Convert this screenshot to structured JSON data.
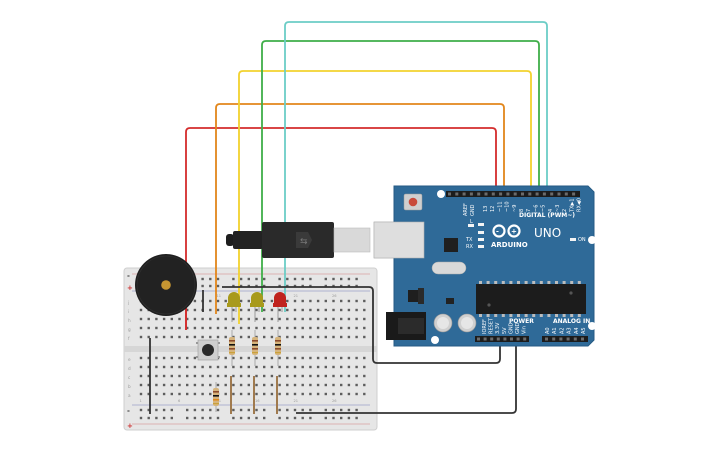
{
  "board": {
    "logo_text": "ARDUINO",
    "model": "UNO",
    "digital_label": "DIGITAL (PWM~)",
    "power_label": "POWER",
    "analog_label": "ANALOG IN",
    "on_label": "ON",
    "tx_label": "TX",
    "rx_label": "RX",
    "l_label": "L",
    "aref_label": "AREF",
    "gnd_label": "GND",
    "digital_pins": [
      "13",
      "12",
      "~11",
      "~10",
      "~9",
      "8",
      "7",
      "~6",
      "~5",
      "4",
      "~3",
      "2",
      "TX▶1",
      "RX◀0"
    ],
    "power_pins": [
      "IOREF",
      "RESET",
      "3.3V",
      "5V",
      "GND",
      "GND",
      "Vin"
    ],
    "analog_pins": [
      "A0",
      "A1",
      "A2",
      "A3",
      "A4",
      "A5"
    ]
  },
  "breadboard": {
    "row_letters_top": [
      "j",
      "i",
      "h",
      "g",
      "f"
    ],
    "row_letters_bottom": [
      "e",
      "d",
      "c",
      "b",
      "a"
    ],
    "rail_plus": "+",
    "rail_minus": "-",
    "column_count": 30
  },
  "wires": [
    {
      "name": "wire-red",
      "color": "#d42c2c"
    },
    {
      "name": "wire-orange",
      "color": "#e2861b"
    },
    {
      "name": "wire-yellow",
      "color": "#f2d22e"
    },
    {
      "name": "wire-green",
      "color": "#3fae49"
    },
    {
      "name": "wire-cyan",
      "color": "#6ccdc6"
    },
    {
      "name": "wire-black",
      "color": "#333333"
    }
  ],
  "leds": [
    {
      "name": "led-yellow-1",
      "color": "#a89a1c"
    },
    {
      "name": "led-yellow-2",
      "color": "#a89a1c"
    },
    {
      "name": "led-red",
      "color": "#c0231e"
    }
  ],
  "colors": {
    "board_blue": "#2f6a98",
    "board_edge": "#245a84",
    "breadboard_bg": "#e8e8e8"
  }
}
